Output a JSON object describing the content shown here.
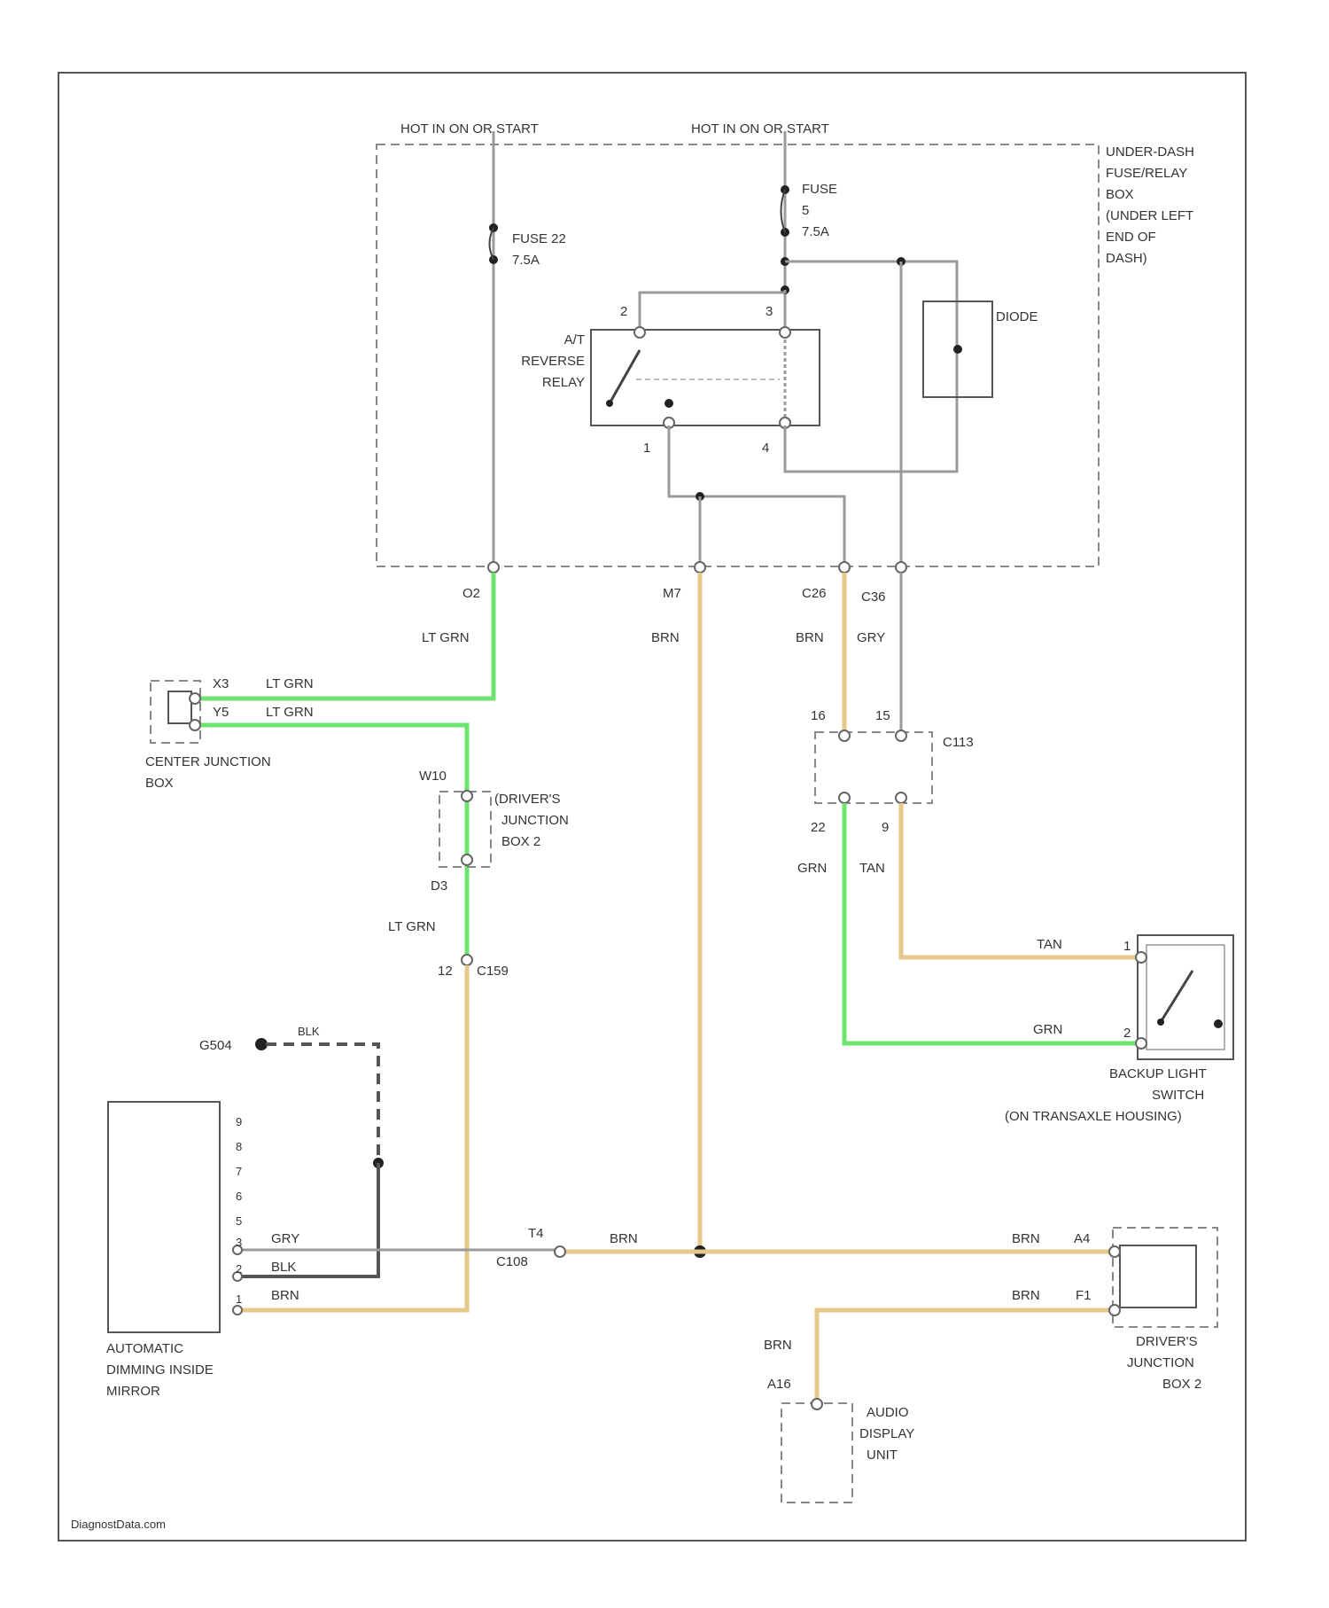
{
  "labels": {
    "hot1": "HOT IN ON OR START",
    "hot2": "HOT IN ON OR START",
    "fuse22_a": "FUSE 22",
    "fuse22_b": "7.5A",
    "fuse5_a": "FUSE",
    "fuse5_b": "5",
    "fuse5_c": "7.5A",
    "fusebox_1": "UNDER-DASH",
    "fusebox_2": "FUSE/RELAY",
    "fusebox_3": "BOX",
    "fusebox_4": "(UNDER LEFT",
    "fusebox_5": "END OF",
    "fusebox_6": "DASH)",
    "relay_1": "A/T",
    "relay_2": "REVERSE",
    "relay_3": "RELAY",
    "pin_2": "2",
    "pin_3": "3",
    "pin_1": "1",
    "pin_4": "4",
    "diode": "DIODE",
    "c_o2": "O2",
    "c_m7": "M7",
    "c_c26": "C26",
    "c_c36": "C36",
    "w_ltgrn1": "LT GRN",
    "w_brn1": "BRN",
    "w_brn2": "BRN",
    "w_gry1": "GRY",
    "cjb_x3": "X3",
    "cjb_x3w": "LT GRN",
    "cjb_y5": "Y5",
    "cjb_y5w": "LT GRN",
    "cjb_1": "CENTER JUNCTION",
    "cjb_2": "BOX",
    "djb_w10": "W10",
    "djb_1": "(DRIVER'S",
    "djb_2": "JUNCTION",
    "djb_3": "BOX 2",
    "djb_d3": "D3",
    "w_ltgrn2": "LT GRN",
    "c159_pin": "12",
    "c159": "C159",
    "c113_16": "16",
    "c113_15": "15",
    "c113": "C113",
    "c113_22": "22",
    "c113_9": "9",
    "w_grn1": "GRN",
    "w_tan1": "TAN",
    "w_tan2": "TAN",
    "w_grn2": "GRN",
    "bls_1": "1",
    "bls_2": "2",
    "bls_a": "BACKUP LIGHT",
    "bls_b": "SWITCH",
    "bls_c": "(ON TRANSAXLE HOUSING)",
    "g504": "G504",
    "w_blk1": "BLK",
    "m_p9": "9",
    "m_p8": "8",
    "m_p7": "7",
    "m_p6": "6",
    "m_p5": "5",
    "m_p3": "3",
    "m_p2": "2",
    "m_p1": "1",
    "m_gry": "GRY",
    "m_blk": "BLK",
    "m_brn": "BRN",
    "mirror_1": "AUTOMATIC",
    "mirror_2": "DIMMING INSIDE",
    "mirror_3": "MIRROR",
    "c108_pin": "T4",
    "c108": "C108",
    "w_brn3": "BRN",
    "w_brn4": "BRN",
    "djb2_a4": "A4",
    "w_brn5": "BRN",
    "djb2_f1": "F1",
    "djb2_1": "DRIVER'S",
    "djb2_2": "JUNCTION",
    "djb2_3": "BOX 2",
    "w_brn6": "BRN",
    "adu_a16": "A16",
    "adu_1": "AUDIO",
    "adu_2": "DISPLAY",
    "adu_3": "UNIT",
    "watermark": "DiagnostData.com"
  },
  "colors": {
    "wire_ltgrn": "#6fe36f",
    "wire_brn": "#e6c98a",
    "wire_gry": "#9a9a9a",
    "wire_blk": "#555555"
  }
}
